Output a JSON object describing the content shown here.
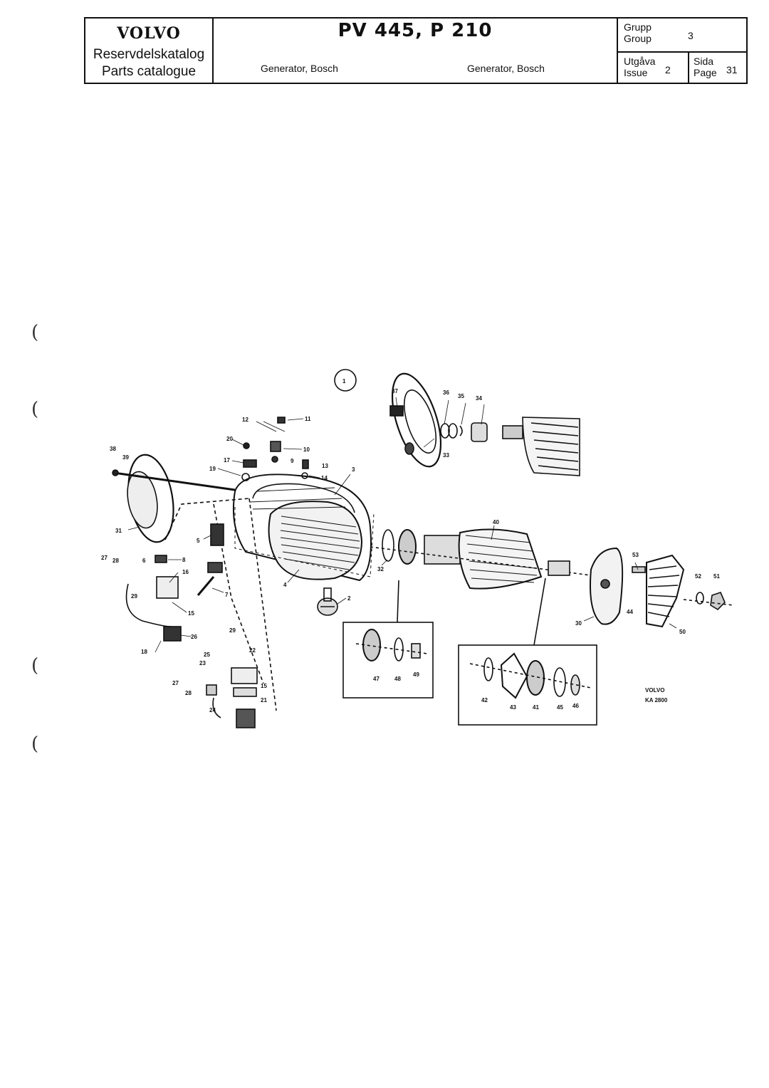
{
  "header": {
    "brand": "VOLVO",
    "catalog_sv": "Reservdelskatalog",
    "catalog_en": "Parts catalogue",
    "model": "PV 445, P 210",
    "subtitle_sv": "Generator, Bosch",
    "subtitle_en": "Generator, Bosch",
    "group_label_sv": "Grupp",
    "group_label_en": "Group",
    "group_value": "3",
    "issue_label_sv": "Utgåva",
    "issue_label_en": "Issue",
    "issue_value": "2",
    "page_label_sv": "Sida",
    "page_label_en": "Page",
    "page_value": "31"
  },
  "diagram": {
    "view_number": "1",
    "ref_code_line1": "VOLVO",
    "ref_code_line2": "KA 2800",
    "part_numbers": [
      "1",
      "2",
      "3",
      "4",
      "5",
      "6",
      "7",
      "8",
      "9",
      "10",
      "11",
      "12",
      "13",
      "14",
      "15",
      "16",
      "17",
      "18",
      "19",
      "20",
      "21",
      "22",
      "23",
      "24",
      "25",
      "26",
      "27",
      "28",
      "29",
      "30",
      "31",
      "32",
      "33",
      "34",
      "35",
      "36",
      "37",
      "38",
      "39",
      "40",
      "41",
      "42",
      "43",
      "44",
      "45",
      "46",
      "47",
      "48",
      "49",
      "50",
      "51",
      "52",
      "53",
      "15",
      "27",
      "28",
      "29",
      "29"
    ]
  }
}
